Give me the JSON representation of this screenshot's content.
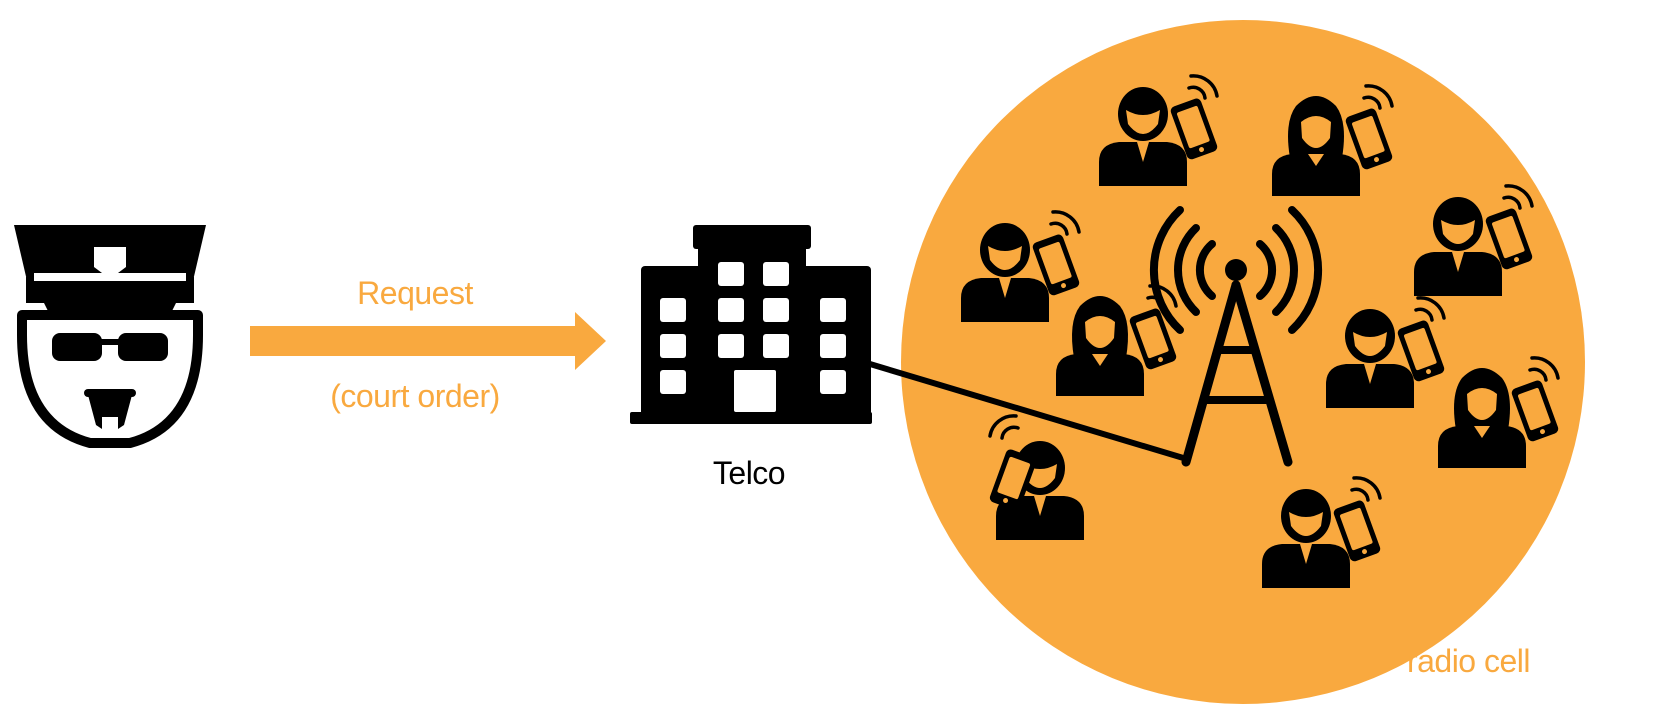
{
  "labels": {
    "request": "Request",
    "court_order": "(court order)",
    "telco": "Telco",
    "radio_cell": "radio cell"
  },
  "colors": {
    "accent": "#F9A93F",
    "ink": "#000000",
    "background": "#FFFFFF"
  },
  "icons": [
    "police-officer-icon",
    "arrow-right-icon",
    "office-building-icon",
    "radio-tower-icon",
    "person-with-phone-icon"
  ]
}
